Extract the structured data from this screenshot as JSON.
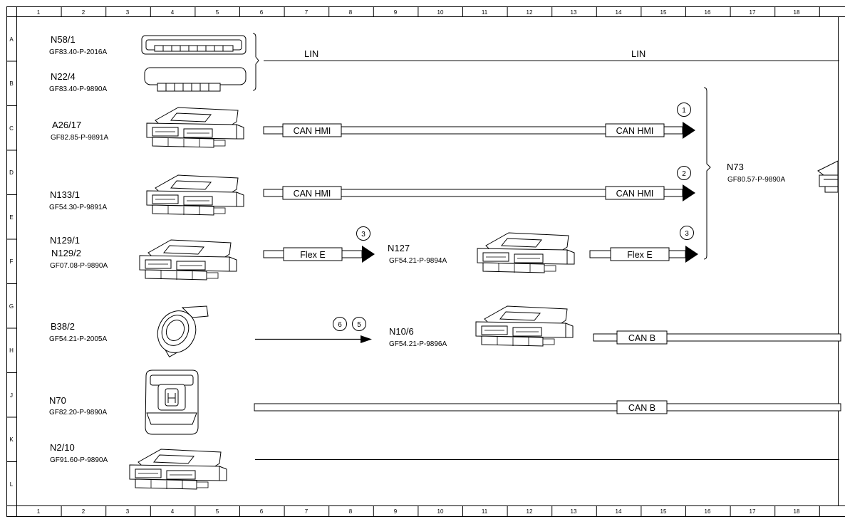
{
  "grid": {
    "columns": [
      "1",
      "2",
      "3",
      "4",
      "5",
      "6",
      "7",
      "8",
      "9",
      "10",
      "11",
      "12",
      "13",
      "14",
      "15",
      "16",
      "17",
      "18"
    ],
    "rows": [
      "A",
      "B",
      "C",
      "D",
      "E",
      "F",
      "G",
      "H",
      "J",
      "K",
      "L"
    ]
  },
  "components": [
    {
      "id": "N58/1",
      "ref": "GF83.40-P-2016A"
    },
    {
      "id": "N22/4",
      "ref": "GF83.40-P-9890A"
    },
    {
      "id": "A26/17",
      "ref": "GF82.85-P-9891A"
    },
    {
      "id": "N133/1",
      "ref": "GF54.30-P-9891A"
    },
    {
      "id": "N129/1",
      "id2": "N129/2",
      "ref": "GF07.08-P-9890A"
    },
    {
      "id": "B38/2",
      "ref": "GF54.21-P-2005A"
    },
    {
      "id": "N70",
      "ref": "GF82.20-P-9890A"
    },
    {
      "id": "N2/10",
      "ref": "GF91.60-P-9890A"
    },
    {
      "id": "N127",
      "ref": "GF54.21-P-9894A"
    },
    {
      "id": "N10/6",
      "ref": "GF54.21-P-9896A"
    },
    {
      "id": "N73",
      "ref": "GF80.57-P-9890A"
    }
  ],
  "buses": {
    "lin": "LIN",
    "can_hmi": "CAN HMI",
    "flex_e": "Flex E",
    "can_b": "CAN B"
  },
  "markers": {
    "m1": "1",
    "m2": "2",
    "m3": "3",
    "m5": "5",
    "m6": "6"
  },
  "colors": {
    "line": "#000000",
    "background": "#ffffff"
  }
}
